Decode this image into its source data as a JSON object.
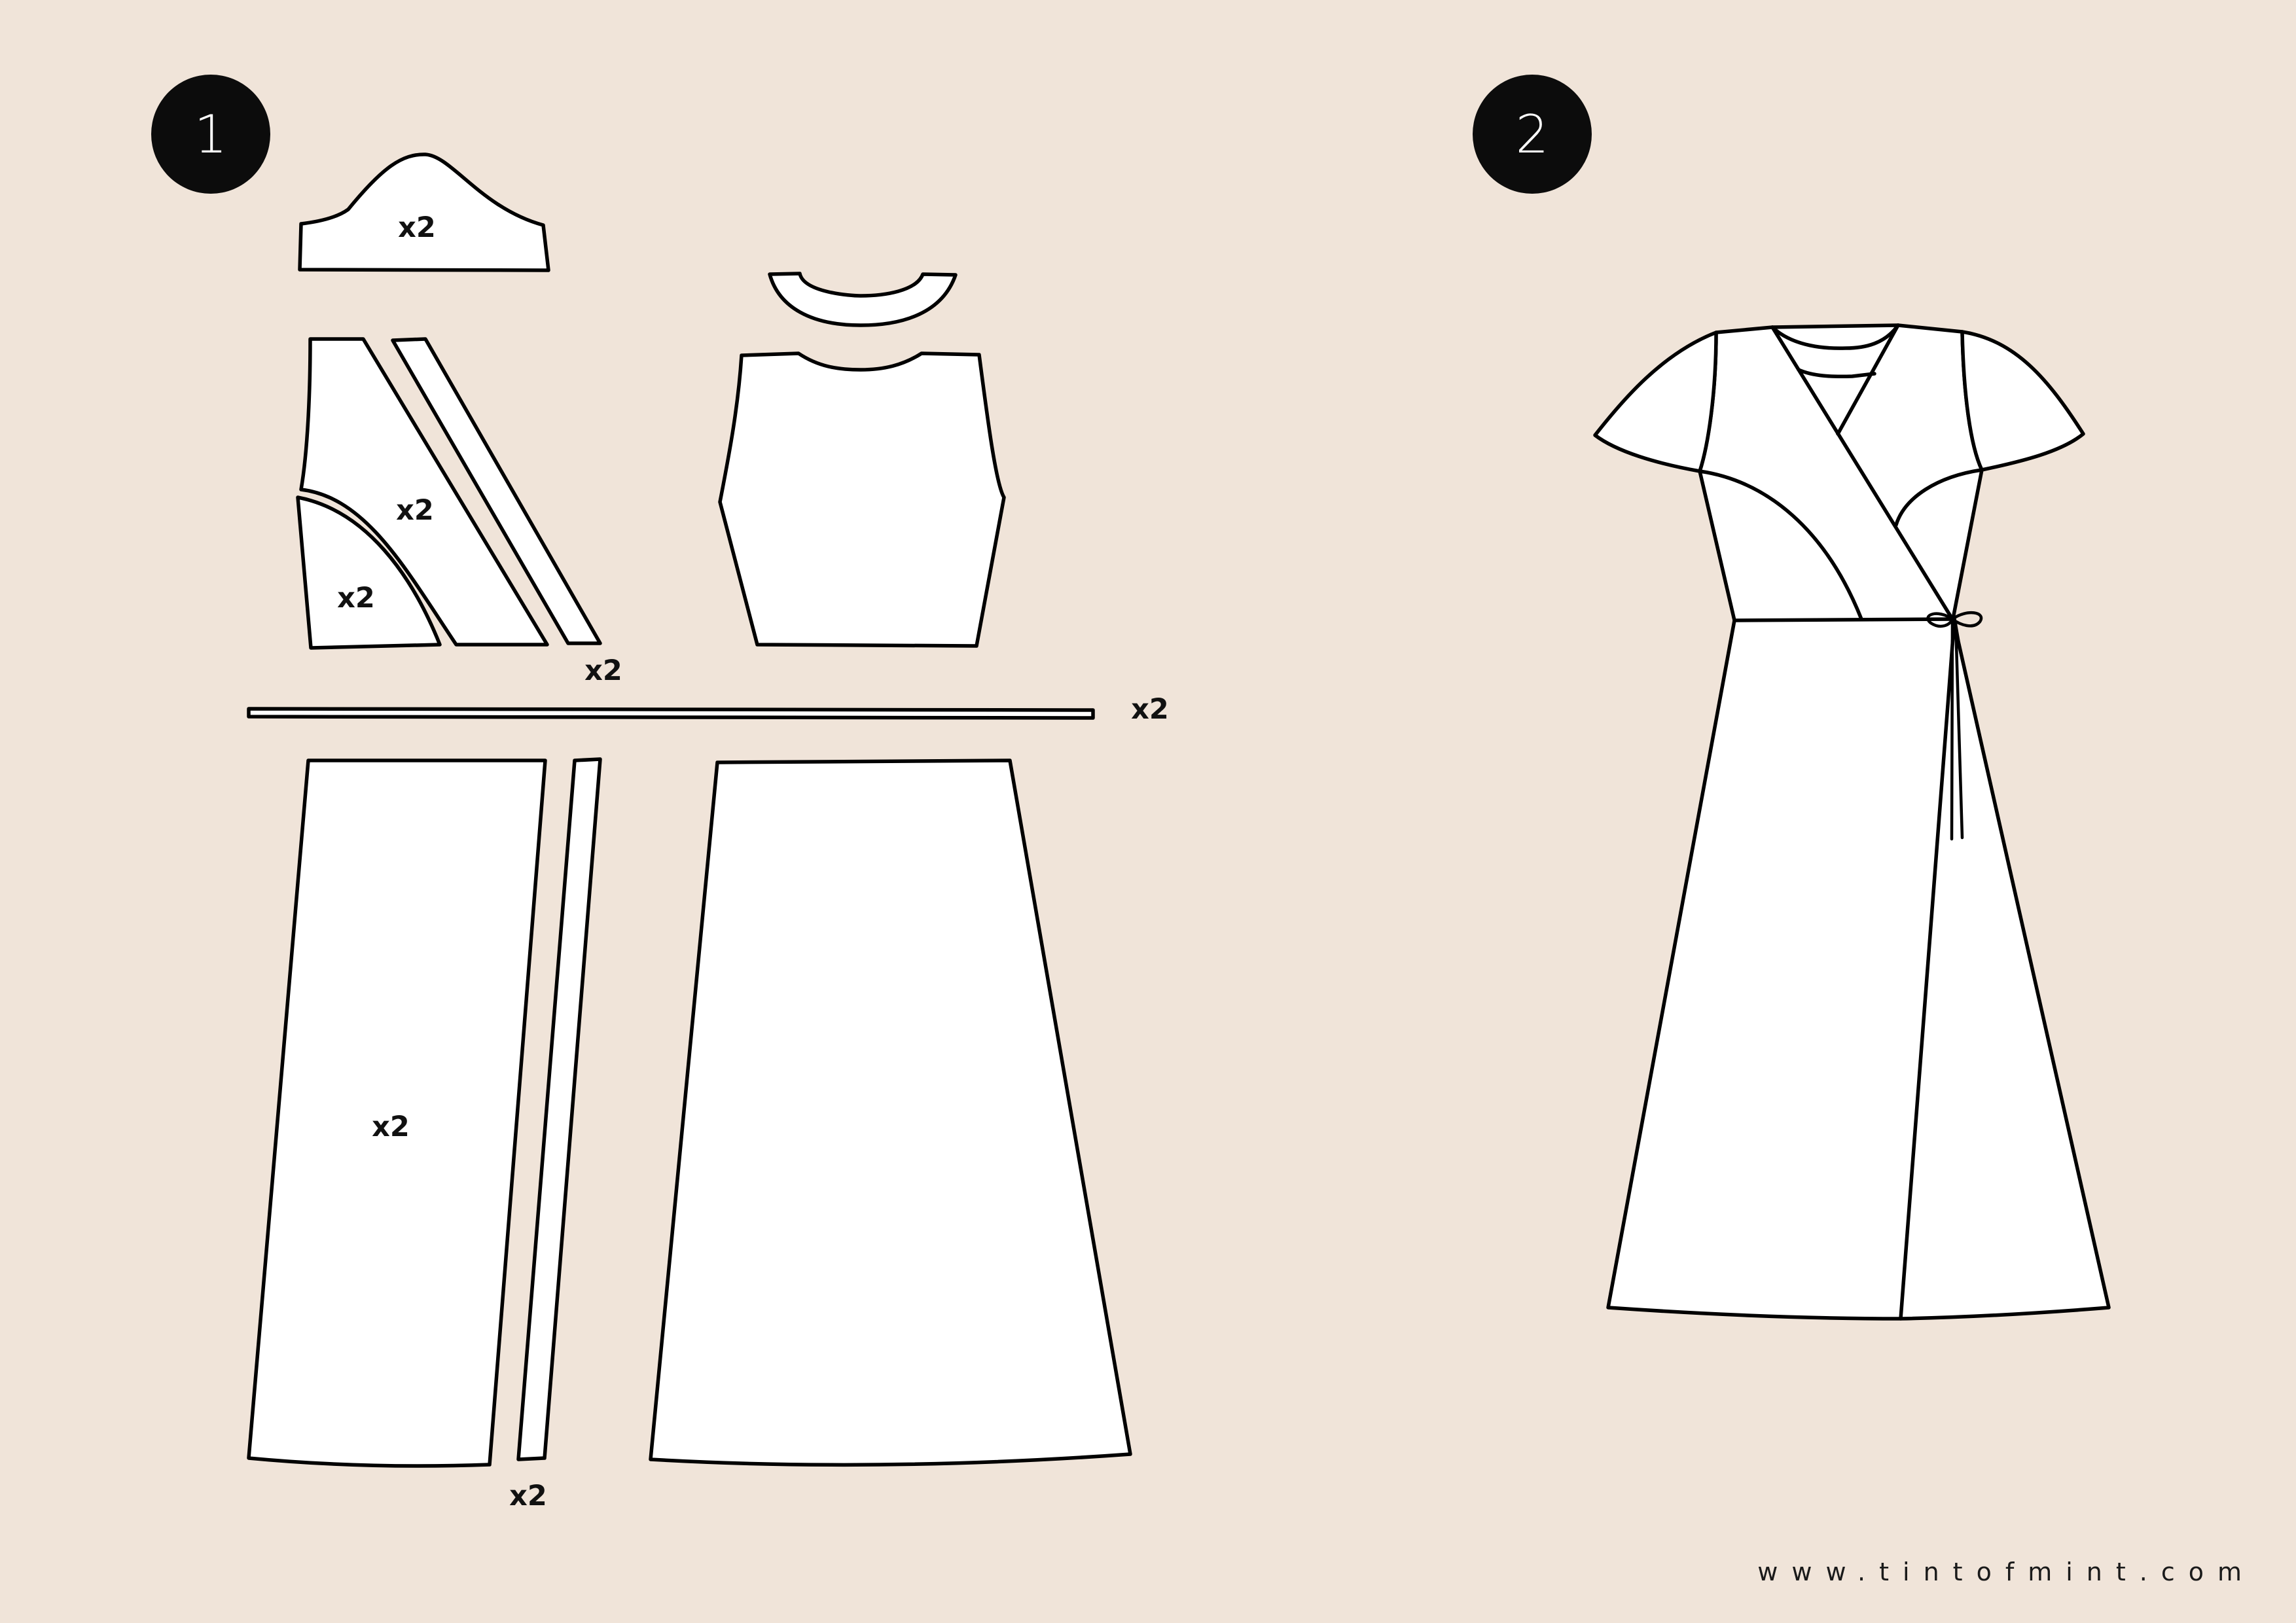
{
  "steps": {
    "step1": {
      "number": "1"
    },
    "step2": {
      "number": "2"
    }
  },
  "quantities": {
    "sleeve": "x2",
    "front_bodice": "x2",
    "front_facing": "x2",
    "bodice_binding": "x2",
    "waistband_tie": "x2",
    "front_skirt": "x2",
    "skirt_binding": "x2"
  },
  "footer": {
    "website": "www.tintofmint.com"
  },
  "colors": {
    "background": "#f0e4d9",
    "piece_fill": "#ffffff",
    "outline": "#000000",
    "badge": "#0c0c0c"
  }
}
